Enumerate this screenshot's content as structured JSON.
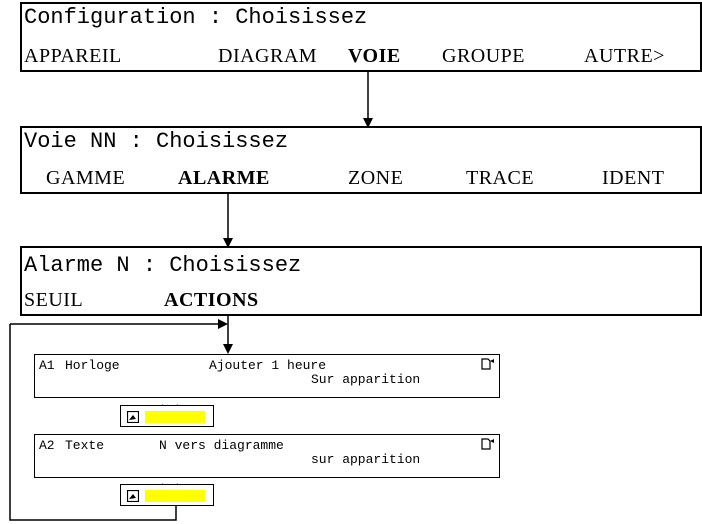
{
  "screen1": {
    "title": "Configuration : Choisissez",
    "menu": [
      "APPAREIL",
      "DIAGRAM",
      "VOIE",
      "GROUPE",
      "AUTRE>"
    ],
    "selected": "VOIE"
  },
  "screen2": {
    "title": "Voie NN : Choisissez",
    "menu": [
      "GAMME",
      "ALARME",
      "ZONE",
      "TRACE",
      "IDENT"
    ],
    "selected": "ALARME"
  },
  "screen3": {
    "title": "Alarme N : Choisissez",
    "menu": [
      "SEUIL",
      "ACTIONS"
    ],
    "selected": "ACTIONS"
  },
  "actions": [
    {
      "label": "A1",
      "name": "Horloge",
      "action": "Ajouter 1 heure",
      "trigger": "Sur apparition"
    },
    {
      "label": "A2",
      "name": "Texte",
      "action": "N vers diagramme",
      "trigger": "sur apparition"
    }
  ],
  "colors": {
    "highlight": "#ffff00",
    "line": "#000000"
  },
  "icons": {
    "document": "document-icon",
    "edit": "edit-icon"
  }
}
